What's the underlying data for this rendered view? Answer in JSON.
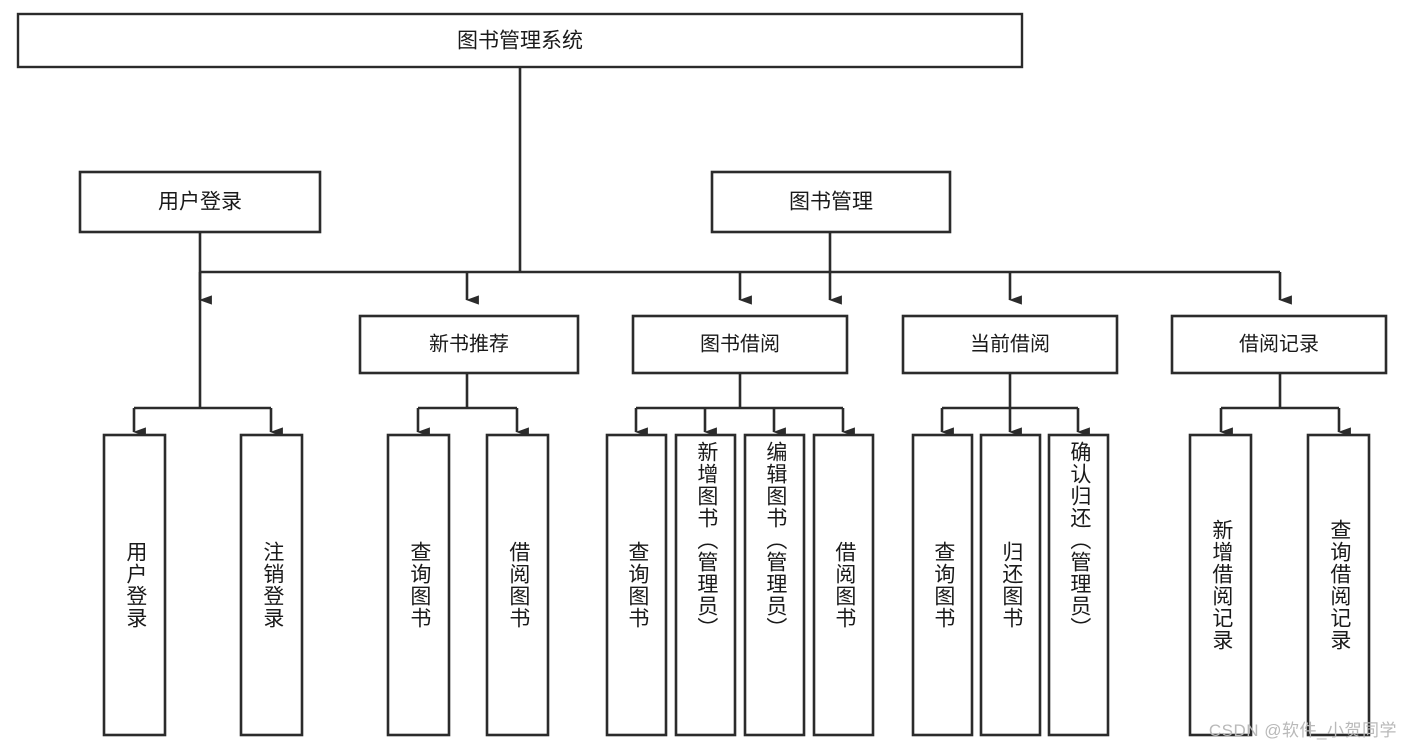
{
  "diagram": {
    "title": "图书管理系统",
    "type": "hierarchy-tree",
    "watermark": "CSDN @软件_小贺同学",
    "colors": {
      "stroke": "#2b2b2b",
      "fill": "#ffffff",
      "text": "#1a1a1a",
      "watermark": "#b9b9b9"
    },
    "levels": [
      {
        "level": 1,
        "nodes": [
          {
            "id": "root",
            "label": "图书管理系统",
            "orientation": "horizontal"
          }
        ]
      },
      {
        "level": 2,
        "nodes": [
          {
            "id": "user-login",
            "label": "用户登录",
            "orientation": "horizontal",
            "parent": "root"
          },
          {
            "id": "book-manage",
            "label": "图书管理",
            "orientation": "horizontal",
            "parent": "root"
          }
        ]
      },
      {
        "level": 3,
        "nodes": [
          {
            "id": "new-book-rec",
            "label": "新书推荐",
            "orientation": "horizontal",
            "parent": "book-manage"
          },
          {
            "id": "book-borrow",
            "label": "图书借阅",
            "orientation": "horizontal",
            "parent": "book-manage"
          },
          {
            "id": "current-borrow",
            "label": "当前借阅",
            "orientation": "horizontal",
            "parent": "book-manage"
          },
          {
            "id": "borrow-record",
            "label": "借阅记录",
            "orientation": "horizontal",
            "parent": "book-manage"
          }
        ]
      },
      {
        "level": 4,
        "nodes": [
          {
            "id": "leaf-user-login",
            "label": "用户登录",
            "orientation": "vertical",
            "parent": "user-login"
          },
          {
            "id": "leaf-logout",
            "label": "注销登录",
            "orientation": "vertical",
            "parent": "user-login"
          },
          {
            "id": "leaf-query-book-1",
            "label": "查询图书",
            "orientation": "vertical",
            "parent": "new-book-rec"
          },
          {
            "id": "leaf-borrow-book-1",
            "label": "借阅图书",
            "orientation": "vertical",
            "parent": "new-book-rec"
          },
          {
            "id": "leaf-query-book-2",
            "label": "查询图书",
            "orientation": "vertical",
            "parent": "book-borrow"
          },
          {
            "id": "leaf-add-book",
            "label": "新增图书（管理员）",
            "orientation": "vertical",
            "parent": "book-borrow"
          },
          {
            "id": "leaf-edit-book",
            "label": "编辑图书（管理员）",
            "orientation": "vertical",
            "parent": "book-borrow"
          },
          {
            "id": "leaf-borrow-book-2",
            "label": "借阅图书",
            "orientation": "vertical",
            "parent": "book-borrow"
          },
          {
            "id": "leaf-query-book-3",
            "label": "查询图书",
            "orientation": "vertical",
            "parent": "current-borrow"
          },
          {
            "id": "leaf-return-book",
            "label": "归还图书",
            "orientation": "vertical",
            "parent": "current-borrow"
          },
          {
            "id": "leaf-confirm-return",
            "label": "确认归还（管理员）",
            "orientation": "vertical",
            "parent": "current-borrow"
          },
          {
            "id": "leaf-add-record",
            "label": "新增借阅记录",
            "orientation": "vertical",
            "parent": "borrow-record"
          },
          {
            "id": "leaf-query-record",
            "label": "查询借阅记录",
            "orientation": "vertical",
            "parent": "borrow-record"
          }
        ]
      }
    ]
  }
}
